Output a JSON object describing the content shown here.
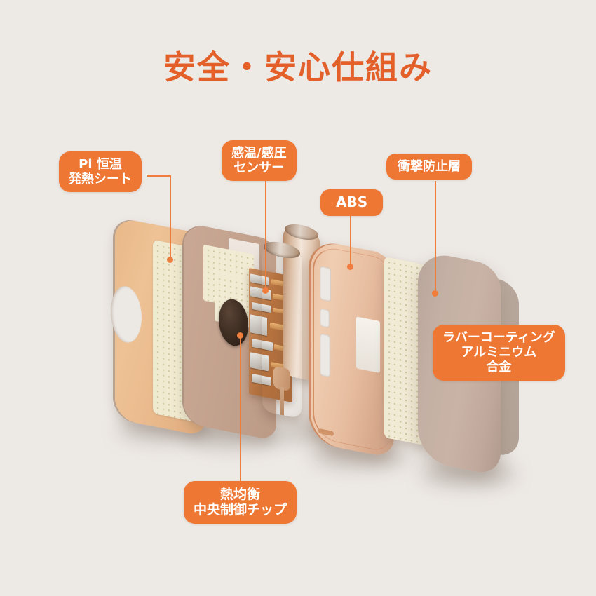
{
  "page": {
    "title": "安全・安心仕組み",
    "background_color": "#ede9e5",
    "accent_color": "#ee7733",
    "title_color": "#e3602a"
  },
  "callouts": [
    {
      "id": "heating-sheet",
      "lines": [
        "Pi 恒温",
        "発熱シート"
      ],
      "line1": "Pi 恒温",
      "line2": "発熱シート"
    },
    {
      "id": "sensor",
      "lines": [
        "感温/感圧",
        "センサー"
      ],
      "line1": "感温/感圧",
      "line2": "センサー"
    },
    {
      "id": "abs",
      "lines": [
        "ABS"
      ],
      "line1": "ABS",
      "line2": ""
    },
    {
      "id": "shock-layer",
      "lines": [
        "衝撃防止層"
      ],
      "line1": "衝撃防止層",
      "line2": ""
    },
    {
      "id": "rubber-aluminium",
      "lines": [
        "ラバーコーティング",
        "アルミニウム",
        "合金"
      ],
      "line1": "ラバーコーティング",
      "line2": "アルミニウム",
      "line3": "合金"
    },
    {
      "id": "control-chip",
      "lines": [
        "熱均衡",
        "中央制御チップ"
      ],
      "line1": "熱均衡",
      "line2": "中央制御チップ"
    }
  ],
  "product": {
    "view": "exploded",
    "layer_names": [
      "heating-sheet-panel",
      "pcb-midframe",
      "battery-cells",
      "abs-shell",
      "shock-absorbing-perforated-sheet",
      "rubber-coated-aluminium-backplate"
    ]
  }
}
